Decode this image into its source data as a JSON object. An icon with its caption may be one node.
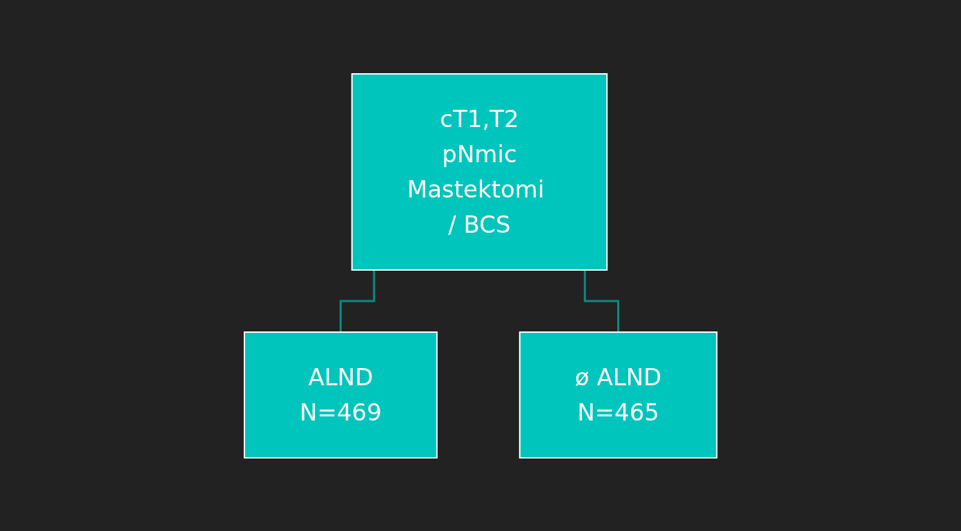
{
  "diagram": {
    "nodes": [
      {
        "text": [
          "cT1,T2",
          "pNmic",
          "Mastektomi / BCS"
        ]
      },
      {
        "text": [
          "ALND",
          "N=469"
        ]
      },
      {
        "text": [
          "ø ALND",
          "N=465"
        ]
      }
    ],
    "edges": [
      {
        "from": 0,
        "to": 1,
        "arrow": "none"
      },
      {
        "from": 0,
        "to": 2,
        "arrow": "none"
      }
    ]
  }
}
